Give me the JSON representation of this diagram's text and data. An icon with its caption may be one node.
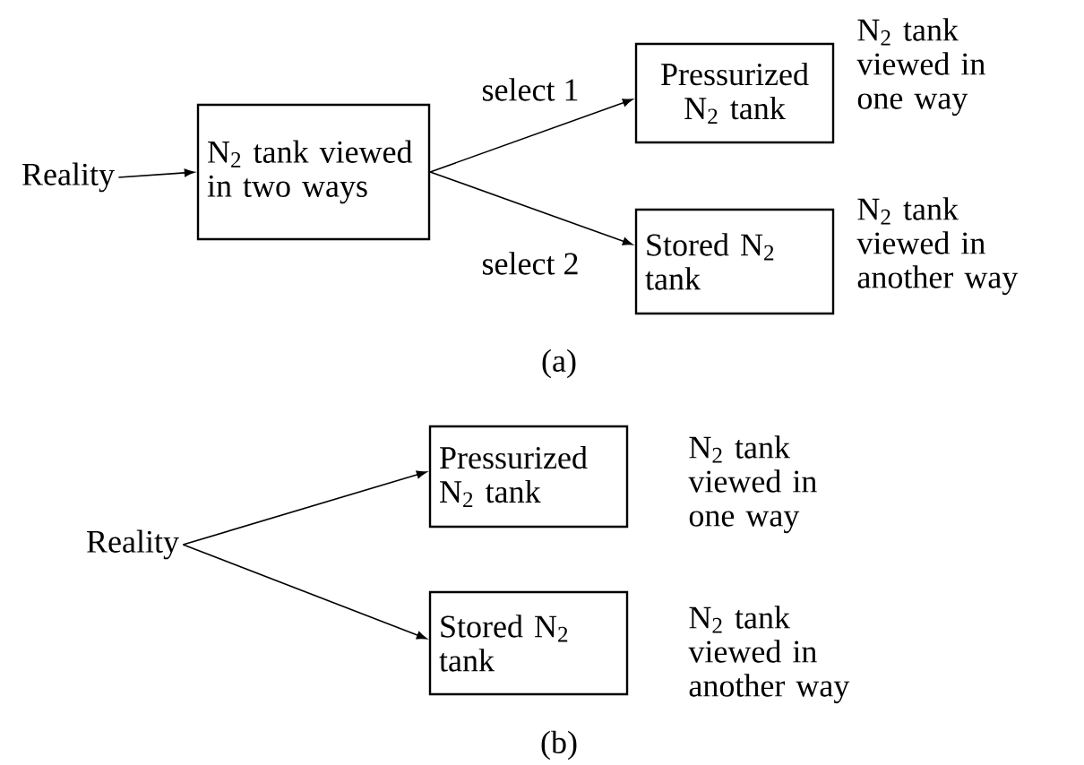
{
  "diagram": {
    "nodes": [
      {
        "text": [
          "Reality"
        ]
      },
      {
        "text": [
          "N$_{2}$ tank viewed in two ways"
        ]
      },
      {
        "text": [
          "Pressurized N$_{2}$ tank"
        ],
        "beside": [
          "N$_{2}$ tank viewed in one way"
        ]
      },
      {
        "text": [
          "Stored N$_{2}$ tank"
        ],
        "beside": [
          "N$_{2}$ tank viewed in another way"
        ]
      },
      {
        "text": [
          "Reality"
        ]
      },
      {
        "text": [
          "Pressurized N$_{2}$ tank"
        ],
        "beside": [
          "N$_{2}$ tank viewed in one way"
        ]
      },
      {
        "text": [
          "Stored N$_{2}$ tank"
        ],
        "beside": [
          "N$_{2}$ tank viewed in another way"
        ]
      }
    ],
    "edges": [
      {
        "from": 0,
        "to": 1,
        "arrow": "to"
      },
      {
        "from": 1,
        "to": 2,
        "arrow": "to",
        "label": "select  1"
      },
      {
        "from": 1,
        "to": 3,
        "arrow": "to",
        "label": "select  2"
      },
      {
        "from": 4,
        "to": 5,
        "arrow": "to"
      },
      {
        "from": 4,
        "to": 6,
        "arrow": "to"
      }
    ],
    "labels": [
      "(a)",
      "(b)"
    ]
  }
}
